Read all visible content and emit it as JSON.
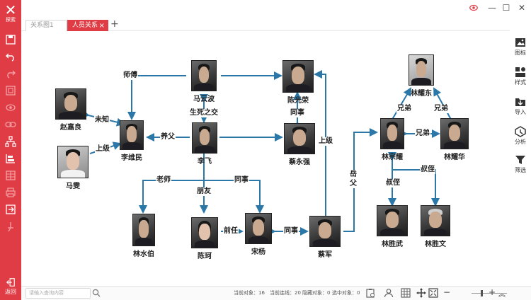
{
  "app": {
    "logo_text": "探索",
    "back_label": "返回"
  },
  "tabs": [
    {
      "label": "关系图1",
      "active": false
    },
    {
      "label": "人员关系",
      "active": true
    }
  ],
  "right_toolbar": [
    {
      "label": "图标",
      "icon": "image-icon"
    },
    {
      "label": "样式",
      "icon": "style-icon"
    },
    {
      "label": "导入",
      "icon": "import-icon"
    },
    {
      "label": "分析",
      "icon": "analysis-icon"
    },
    {
      "label": "筛选",
      "icon": "filter-icon"
    }
  ],
  "left_toolbar_icons": [
    "save-icon",
    "undo-icon",
    "redo-icon",
    "frame-icon",
    "eye-icon",
    "link-icon",
    "hierarchy-icon",
    "layout-icon",
    "print-icon",
    "table-icon",
    "export-icon",
    "pin-icon"
  ],
  "graph": {
    "nodes": [
      {
        "id": "zhaojialiang",
        "name": "赵嘉良"
      },
      {
        "id": "majun",
        "name": "马雯"
      },
      {
        "id": "liweimin",
        "name": "李维民"
      },
      {
        "id": "mayunbo",
        "name": "马云波"
      },
      {
        "id": "lifei",
        "name": "李飞"
      },
      {
        "id": "chenguangrong",
        "name": "陈光荣"
      },
      {
        "id": "caiyongqiang",
        "name": "蔡永强"
      },
      {
        "id": "linshuibo",
        "name": "林水伯"
      },
      {
        "id": "chenke",
        "name": "陈珂"
      },
      {
        "id": "songyang",
        "name": "宋杨"
      },
      {
        "id": "caijun",
        "name": "蔡军"
      },
      {
        "id": "linyaodong",
        "name": "林耀东"
      },
      {
        "id": "linzongyao",
        "name": "林宗耀"
      },
      {
        "id": "linyaohua",
        "name": "林耀华"
      },
      {
        "id": "linshengwu",
        "name": "林胜武"
      },
      {
        "id": "linshengwen",
        "name": "林胜文"
      }
    ],
    "edges": [
      {
        "label": "未知"
      },
      {
        "label": "上级"
      },
      {
        "label": "师傅"
      },
      {
        "label": "生死之交"
      },
      {
        "label": "养父"
      },
      {
        "label": "同事"
      },
      {
        "label": "上级"
      },
      {
        "label": "老师"
      },
      {
        "label": "同事"
      },
      {
        "label": "朋友"
      },
      {
        "label": "前任"
      },
      {
        "label": "同事"
      },
      {
        "label": "岳父"
      },
      {
        "label": "兄弟"
      },
      {
        "label": "兄弟"
      },
      {
        "label": "兄弟"
      },
      {
        "label": "叔侄"
      },
      {
        "label": "叔侄"
      }
    ]
  },
  "statusbar": {
    "search_placeholder": "请输入查询内容",
    "current_objects": "当前对象：16",
    "current_links": "当前连线：20",
    "hidden_objects": "隐藏对象：0",
    "selected_objects": "选中对象：0",
    "zoom_fraction": 0.25
  },
  "colors": {
    "accent": "#e03c45",
    "edge": "#2a77a8"
  }
}
